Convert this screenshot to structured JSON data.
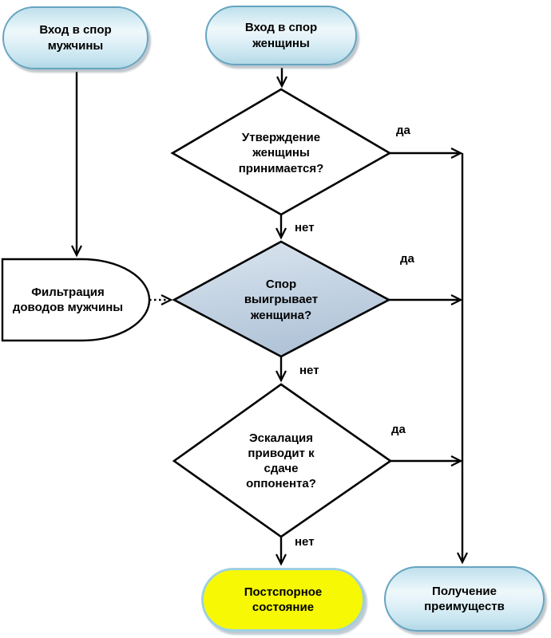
{
  "diagram": {
    "language": "ru",
    "colors": {
      "terminal_fill_top": "#bfe0ec",
      "terminal_border": "#66a4bf",
      "highlight_decision_fill_top": "#d9e4ee",
      "highlight_decision_fill_bottom": "#b3c6d9",
      "end_state_fill": "#f7f904",
      "end_state_border": "#9fd0e1",
      "line_color": "#000000",
      "text_color": "#000000",
      "background": "#ffffff"
    },
    "nodes": {
      "entry_man": {
        "type": "start-terminal",
        "label": "Вход в спор\nмужчины"
      },
      "entry_woman": {
        "type": "start-terminal",
        "label": "Вход в спор\nженщины"
      },
      "decision_statement": {
        "type": "decision",
        "label": "Утверждение\nженщины\nпринимается?"
      },
      "filter_arguments": {
        "type": "delay",
        "label": "Фильтрация\nдоводов мужчины"
      },
      "decision_win": {
        "type": "decision-highlighted",
        "label": "Спор\nвыигрывает\nженщина?"
      },
      "decision_escalation": {
        "type": "decision",
        "label": "Эскалация\nприводит к\nсдаче\nоппонента?"
      },
      "post_state": {
        "type": "end-terminal",
        "label": "Постспорное\nсостояние"
      },
      "benefits": {
        "type": "end-terminal",
        "label": "Получение\nпреимуществ"
      }
    },
    "edges": [
      {
        "from": "entry_man",
        "to": "filter_arguments",
        "label": "",
        "style": "solid"
      },
      {
        "from": "entry_woman",
        "to": "decision_statement",
        "label": "",
        "style": "solid"
      },
      {
        "from": "decision_statement",
        "to": "benefits",
        "label": "да",
        "style": "solid"
      },
      {
        "from": "decision_statement",
        "to": "decision_win",
        "label": "нет",
        "style": "solid"
      },
      {
        "from": "filter_arguments",
        "to": "decision_win",
        "label": "",
        "style": "dotted"
      },
      {
        "from": "decision_win",
        "to": "benefits",
        "label": "да",
        "style": "solid"
      },
      {
        "from": "decision_win",
        "to": "decision_escalation",
        "label": "нет",
        "style": "solid"
      },
      {
        "from": "decision_escalation",
        "to": "benefits",
        "label": "да",
        "style": "solid"
      },
      {
        "from": "decision_escalation",
        "to": "post_state",
        "label": "нет",
        "style": "solid"
      }
    ]
  }
}
